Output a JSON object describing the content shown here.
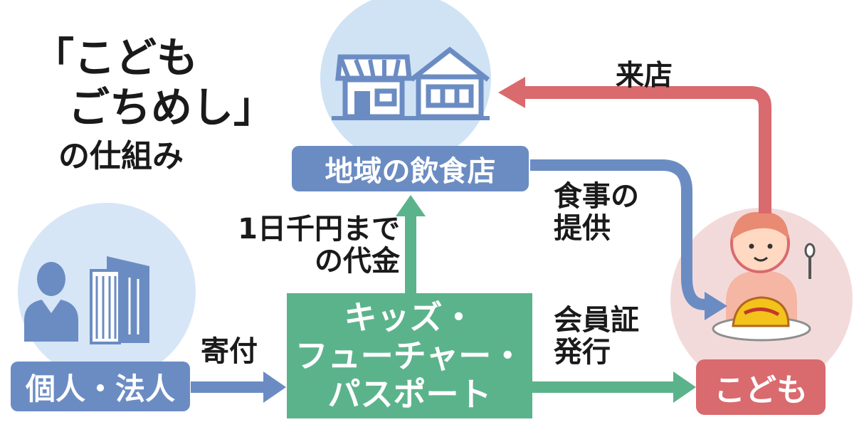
{
  "title": {
    "line1": "「こども",
    "line2": "ごちめし」",
    "line3": "の仕組み"
  },
  "nodes": {
    "restaurant": "地域の飲食店",
    "donor": "個人・法人",
    "passport": [
      "キッズ・",
      "フューチャー・",
      "パスポート"
    ],
    "child": "こども"
  },
  "edges": {
    "visit": "来店",
    "meal": [
      "食事の",
      "提供"
    ],
    "payment": [
      "1日千円まで",
      "の代金"
    ],
    "donation": "寄付",
    "membership": [
      "会員証",
      "発行"
    ]
  },
  "colors": {
    "blue_box": "#6b8cc3",
    "blue_circle": "#cfe3f5",
    "green": "#5bb38c",
    "red": "#d96a6e",
    "pink_circle": "#f3dada",
    "icon_blue": "#6b8cc3"
  }
}
